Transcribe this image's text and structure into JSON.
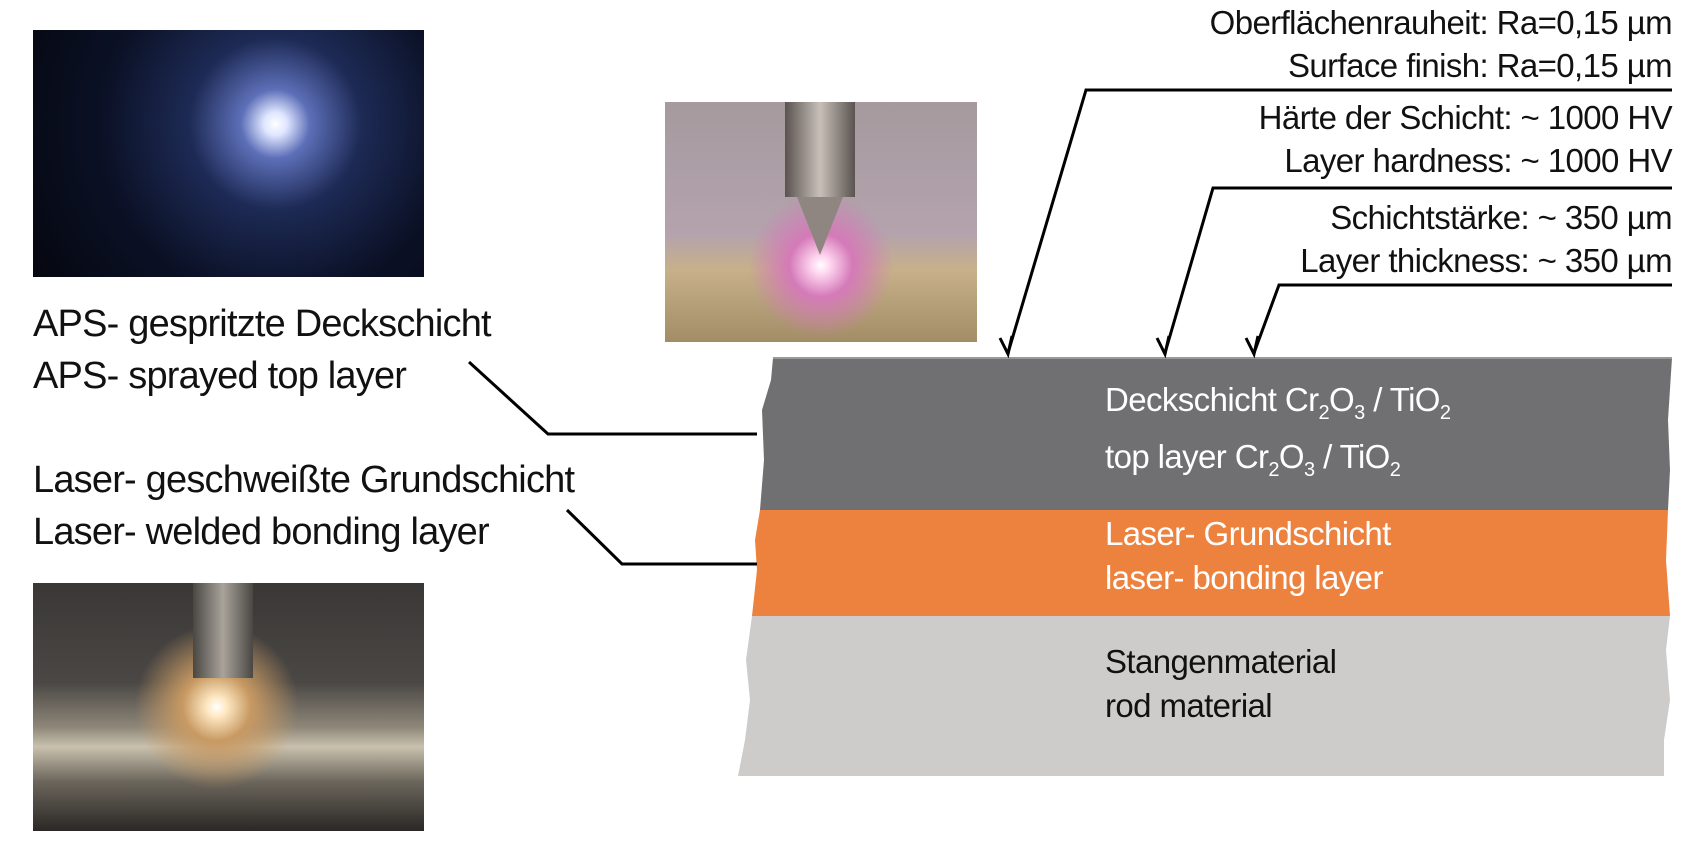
{
  "left_labels": {
    "aps": {
      "de": "APS- gespritzte Deckschicht",
      "en": "APS- sprayed top layer"
    },
    "laser": {
      "de": "Laser- geschweißte Grundschicht",
      "en": "Laser- welded bonding layer"
    }
  },
  "specs": {
    "surface": {
      "de": "Oberflächenrauheit: Ra=0,15 µm",
      "en": "Surface finish: Ra=0,15 µm"
    },
    "hardness": {
      "de": "Härte der Schicht: ~ 1000 HV",
      "en": "Layer hardness: ~ 1000 HV"
    },
    "thickness": {
      "de": "Schichtstärke: ~ 350 µm",
      "en": "Layer thickness: ~ 350 µm"
    }
  },
  "layers": {
    "top": {
      "de_prefix": "Deckschicht Cr",
      "en_prefix": "top layer Cr",
      "sub2": "2",
      "o": "O",
      "sub3": "3",
      "sep": " / TiO",
      "color": "#707072"
    },
    "bonding": {
      "de": "Laser- Grundschicht",
      "en": "laser- bonding layer",
      "color": "#ed813e"
    },
    "rod": {
      "de": "Stangenmaterial",
      "en": "rod material",
      "color": "#cdcccb"
    }
  }
}
